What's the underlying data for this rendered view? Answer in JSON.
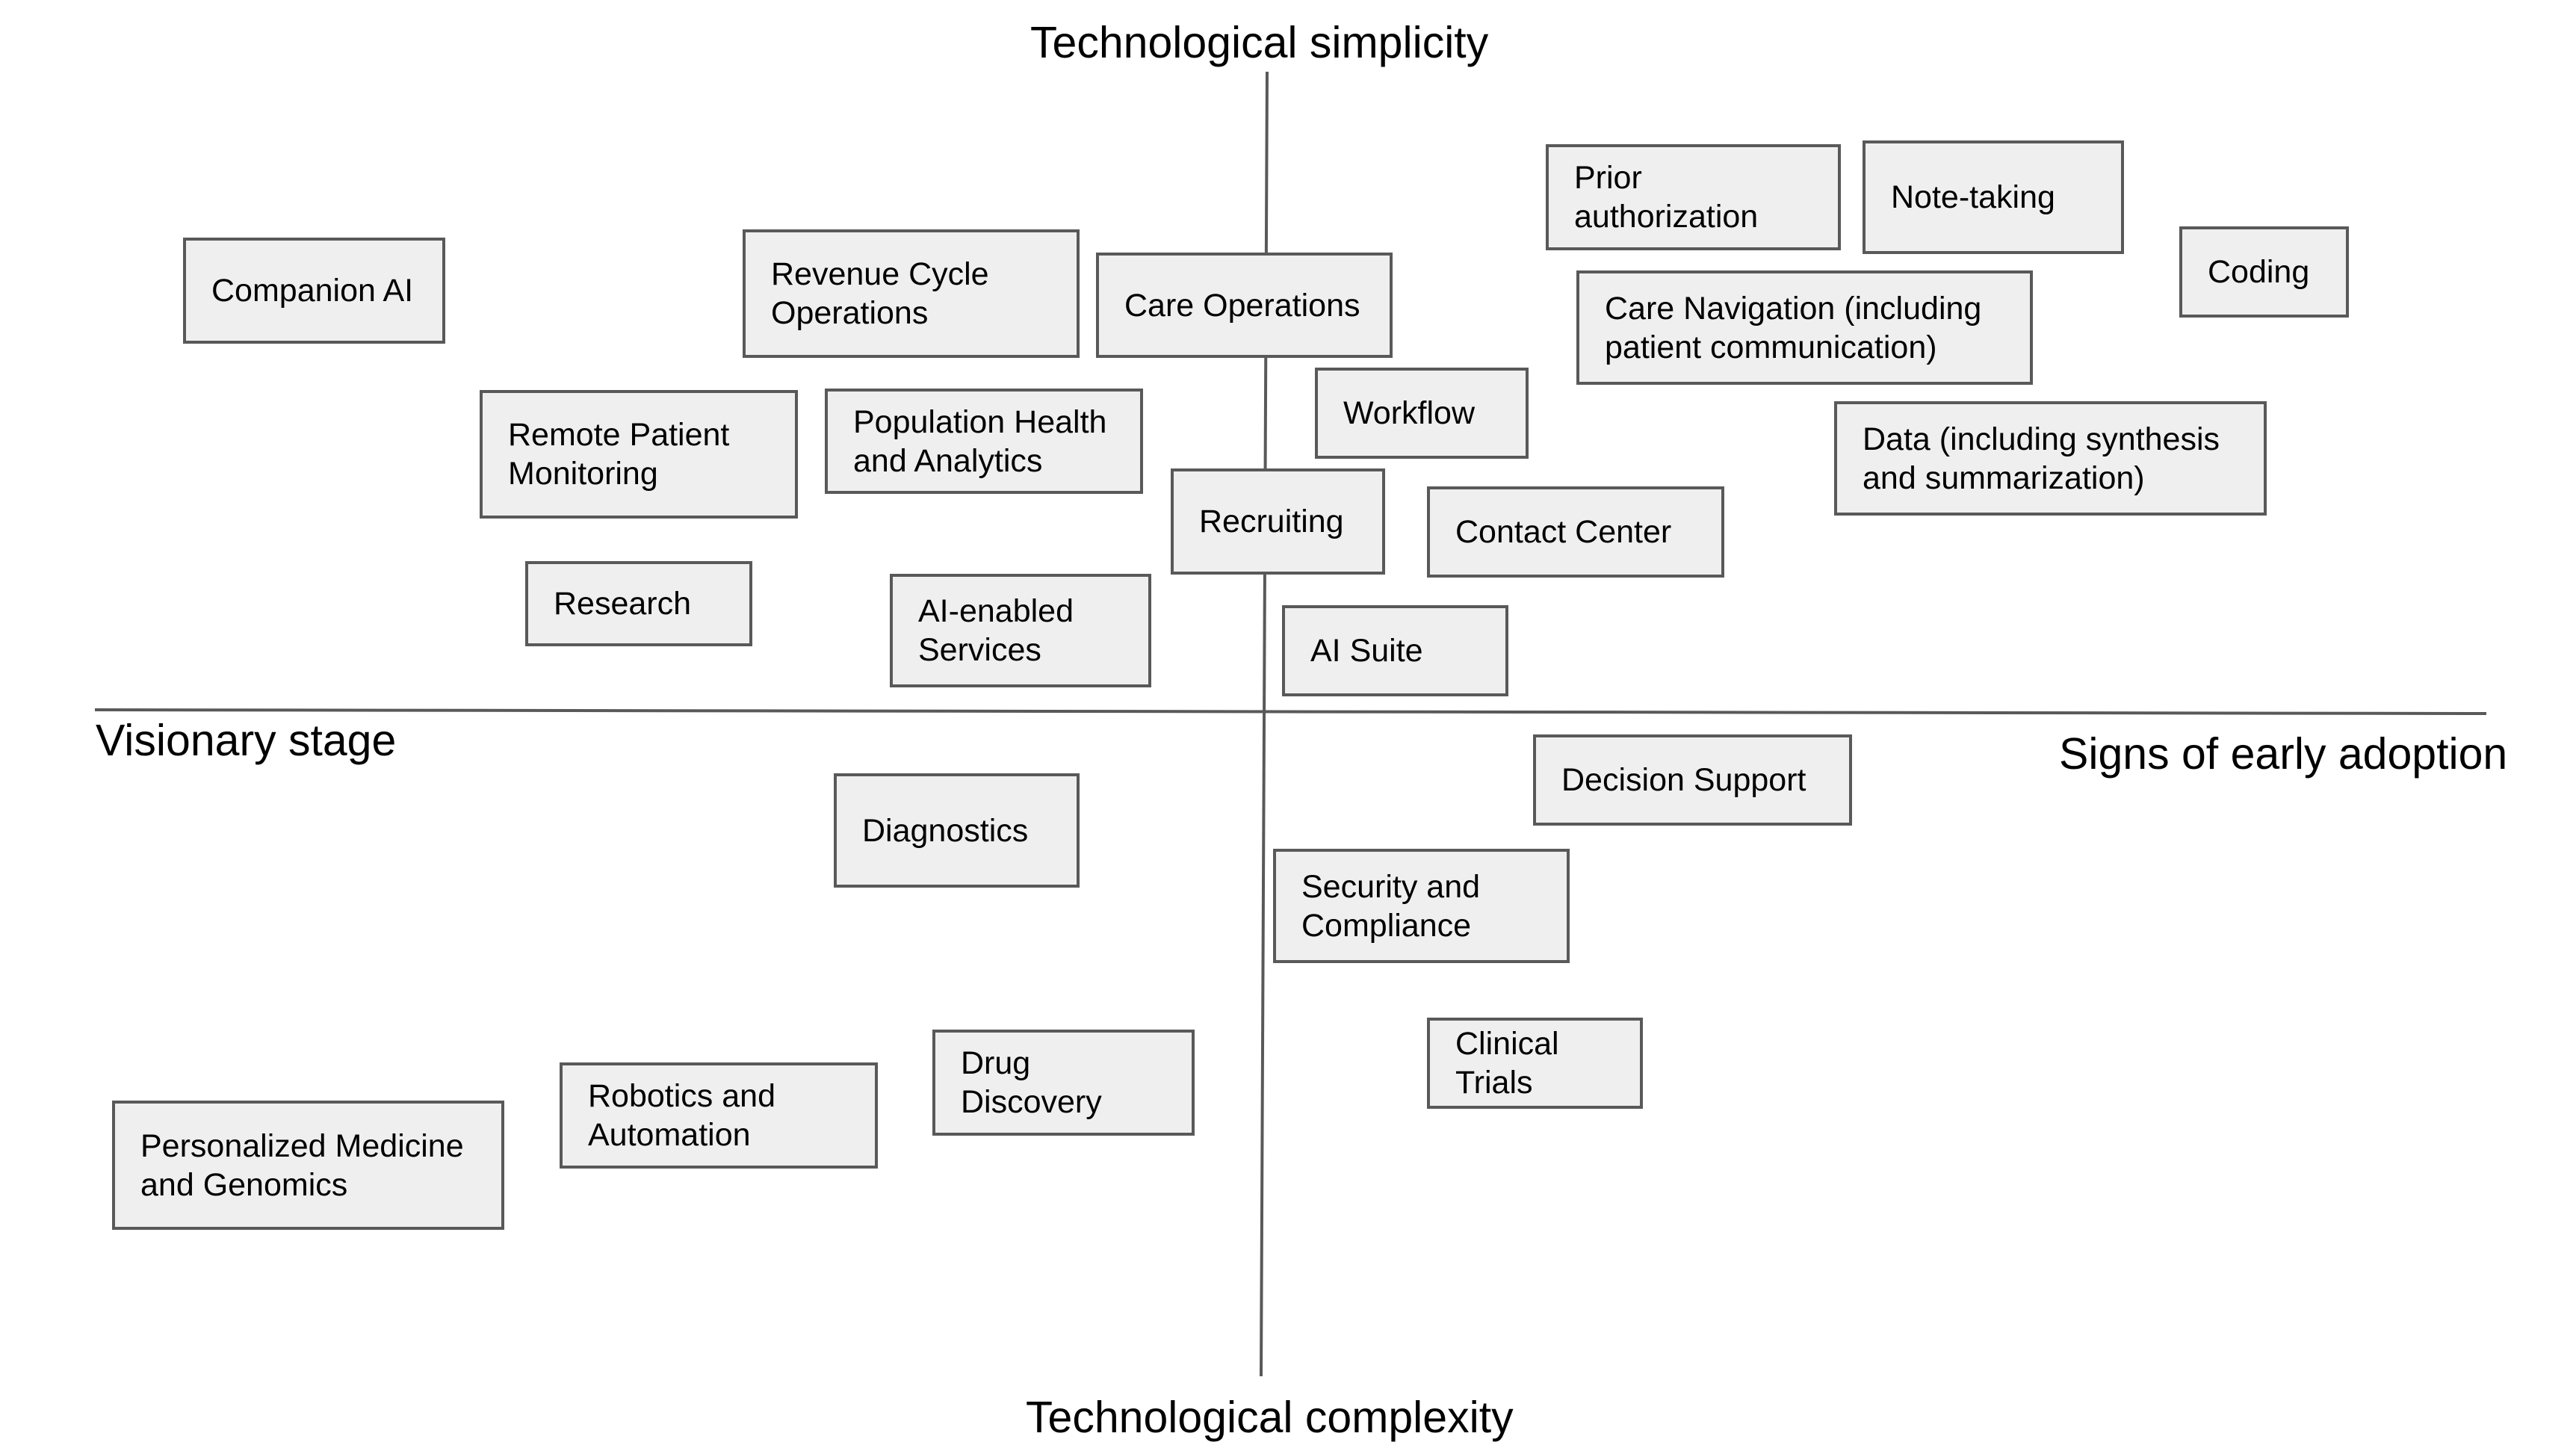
{
  "axes": {
    "top": "Technological simplicity",
    "bottom": "Technological complexity",
    "left": "Visionary stage",
    "right": "Signs of early adoption"
  },
  "items": {
    "companion_ai": "Companion AI",
    "revenue_cycle": "Revenue Cycle\nOperations",
    "care_operations": "Care Operations",
    "prior_authorization": "Prior\nauthorization",
    "note_taking": "Note-taking",
    "coding": "Coding",
    "care_navigation": "Care Navigation (including\npatient communication)",
    "remote_patient_monitoring": "Remote Patient\nMonitoring",
    "population_health": "Population Health\nand Analytics",
    "workflow": "Workflow",
    "data": "Data (including synthesis\nand summarization)",
    "recruiting": "Recruiting",
    "contact_center": "Contact Center",
    "research": "Research",
    "ai_enabled_services": "AI-enabled\nServices",
    "ai_suite": "AI Suite",
    "decision_support": "Decision Support",
    "diagnostics": "Diagnostics",
    "security_compliance": "Security and\nCompliance",
    "clinical_trials": "Clinical\nTrials",
    "drug_discovery": "Drug\nDiscovery",
    "robotics_automation": "Robotics and\nAutomation",
    "personalized_medicine": "Personalized Medicine\nand Genomics"
  },
  "colors": {
    "box_fill": "#efefef",
    "box_border": "#595959",
    "axis_line": "#595959"
  }
}
